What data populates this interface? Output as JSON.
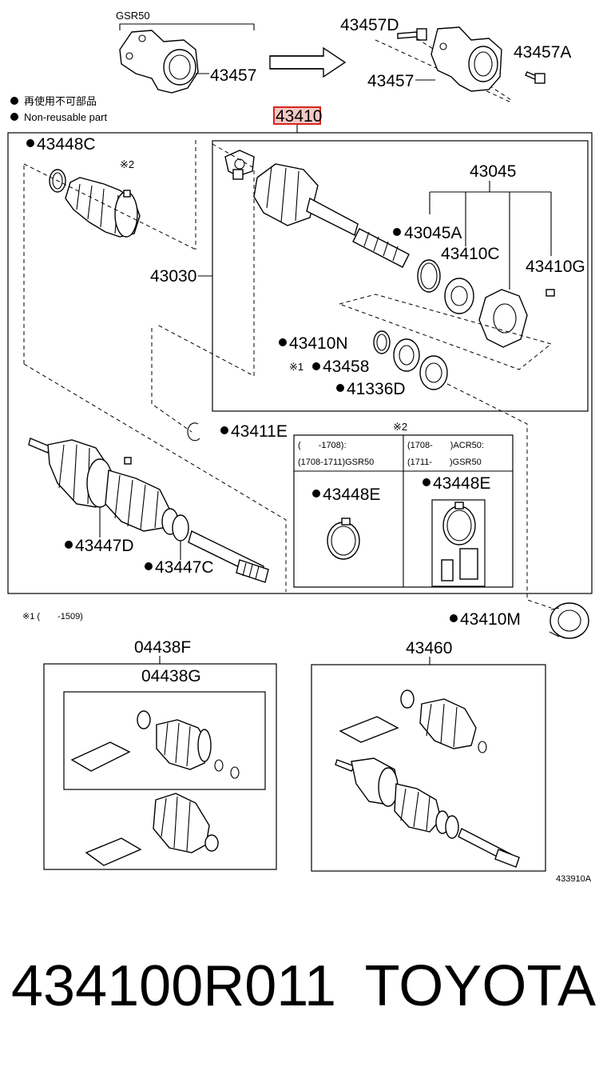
{
  "labels": {
    "gsr50": "GSR50",
    "p43457a": "43457",
    "p43457D": "43457D",
    "p43457b": "43457",
    "p43457A": "43457A",
    "legend1": "再使用不可部品",
    "legend2": "Non-reusable part",
    "p43410": "43410",
    "p43448C": "43448C",
    "note2": "※2",
    "p43045": "43045",
    "p43045A": "43045A",
    "p43410C": "43410C",
    "p43410G": "43410G",
    "p43030": "43030",
    "p43410N": "43410N",
    "note1": "※1",
    "p43458": "43458",
    "p41336D": "41336D",
    "p43411E": "43411E",
    "p43447D": "43447D",
    "p43447C": "43447C",
    "p43448E_l": "43448E",
    "p43448E_r": "43448E",
    "p43410M": "43410M",
    "foot_note1": "※1 (　　-1509)",
    "p04438F": "04438F",
    "p04438G": "04438G",
    "p43460": "43460",
    "diagram_id": "433910A"
  },
  "table": {
    "note": "※2",
    "left_row1": "(　　-1708):",
    "left_row2": "(1708-1711)GSR50",
    "right_row1": "(1708-　　)ACR50:",
    "right_row2": "(1711-　　)GSR50"
  },
  "highlight_color": "#d9241c",
  "caption": {
    "part_number": "434100R011",
    "brand": "TOYOTA"
  }
}
